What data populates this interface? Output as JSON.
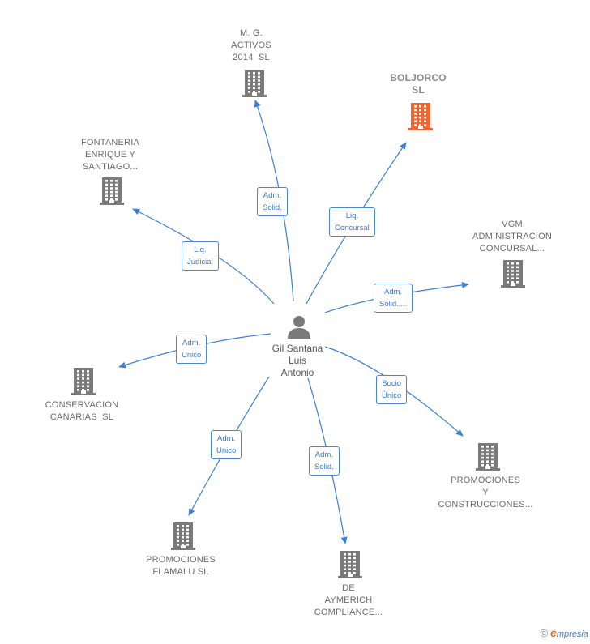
{
  "colors": {
    "edge": "#3d7fd6",
    "building": "#7a7a7a",
    "focus_building": "#ee6633"
  },
  "center": {
    "name_lines": [
      "Gil Santana",
      "Luis",
      "Antonio"
    ],
    "icon": "person-icon"
  },
  "nodes": [
    {
      "id": "mg-activos",
      "lines": [
        "M. G.",
        "ACTIVOS",
        "2014  SL"
      ],
      "focus": false
    },
    {
      "id": "boljorco",
      "lines": [
        "BOLJORCO",
        "SL"
      ],
      "focus": true
    },
    {
      "id": "fontaneria",
      "lines": [
        "FONTANERIA",
        "ENRIQUE Y",
        "SANTIAGO..."
      ],
      "focus": false
    },
    {
      "id": "vgm",
      "lines": [
        "VGM",
        "ADMINISTRACION",
        "CONCURSAL..."
      ],
      "focus": false
    },
    {
      "id": "conservacion",
      "lines": [
        "CONSERVACION",
        "CANARIAS  SL"
      ],
      "focus": false
    },
    {
      "id": "promociones-construcciones",
      "lines": [
        "PROMOCIONES",
        "Y",
        "CONSTRUCCIONES..."
      ],
      "focus": false
    },
    {
      "id": "flamalu",
      "lines": [
        "PROMOCIONES",
        "FLAMALU SL"
      ],
      "focus": false
    },
    {
      "id": "aymerich",
      "lines": [
        "DE",
        "AYMERICH",
        "COMPLIANCE..."
      ],
      "focus": false
    }
  ],
  "edges": [
    {
      "target": "mg-activos",
      "label_lines": [
        "Adm.",
        "Solid."
      ]
    },
    {
      "target": "boljorco",
      "label_lines": [
        "Liq.",
        "Concursal"
      ]
    },
    {
      "target": "fontaneria",
      "label_lines": [
        "Liq.",
        "Judicial"
      ]
    },
    {
      "target": "vgm",
      "label_lines": [
        "Adm.",
        "Solid.,..."
      ]
    },
    {
      "target": "conservacion",
      "label_lines": [
        "Adm.",
        "Unico"
      ]
    },
    {
      "target": "promociones-construcciones",
      "label_lines": [
        "Socio",
        "Único"
      ]
    },
    {
      "target": "flamalu",
      "label_lines": [
        "Adm.",
        "Unico"
      ]
    },
    {
      "target": "aymerich",
      "label_lines": [
        "Adm.",
        "Solid."
      ]
    }
  ],
  "footer": {
    "copyright": "©",
    "brand_e": "e",
    "brand_rest": "mpresia"
  }
}
